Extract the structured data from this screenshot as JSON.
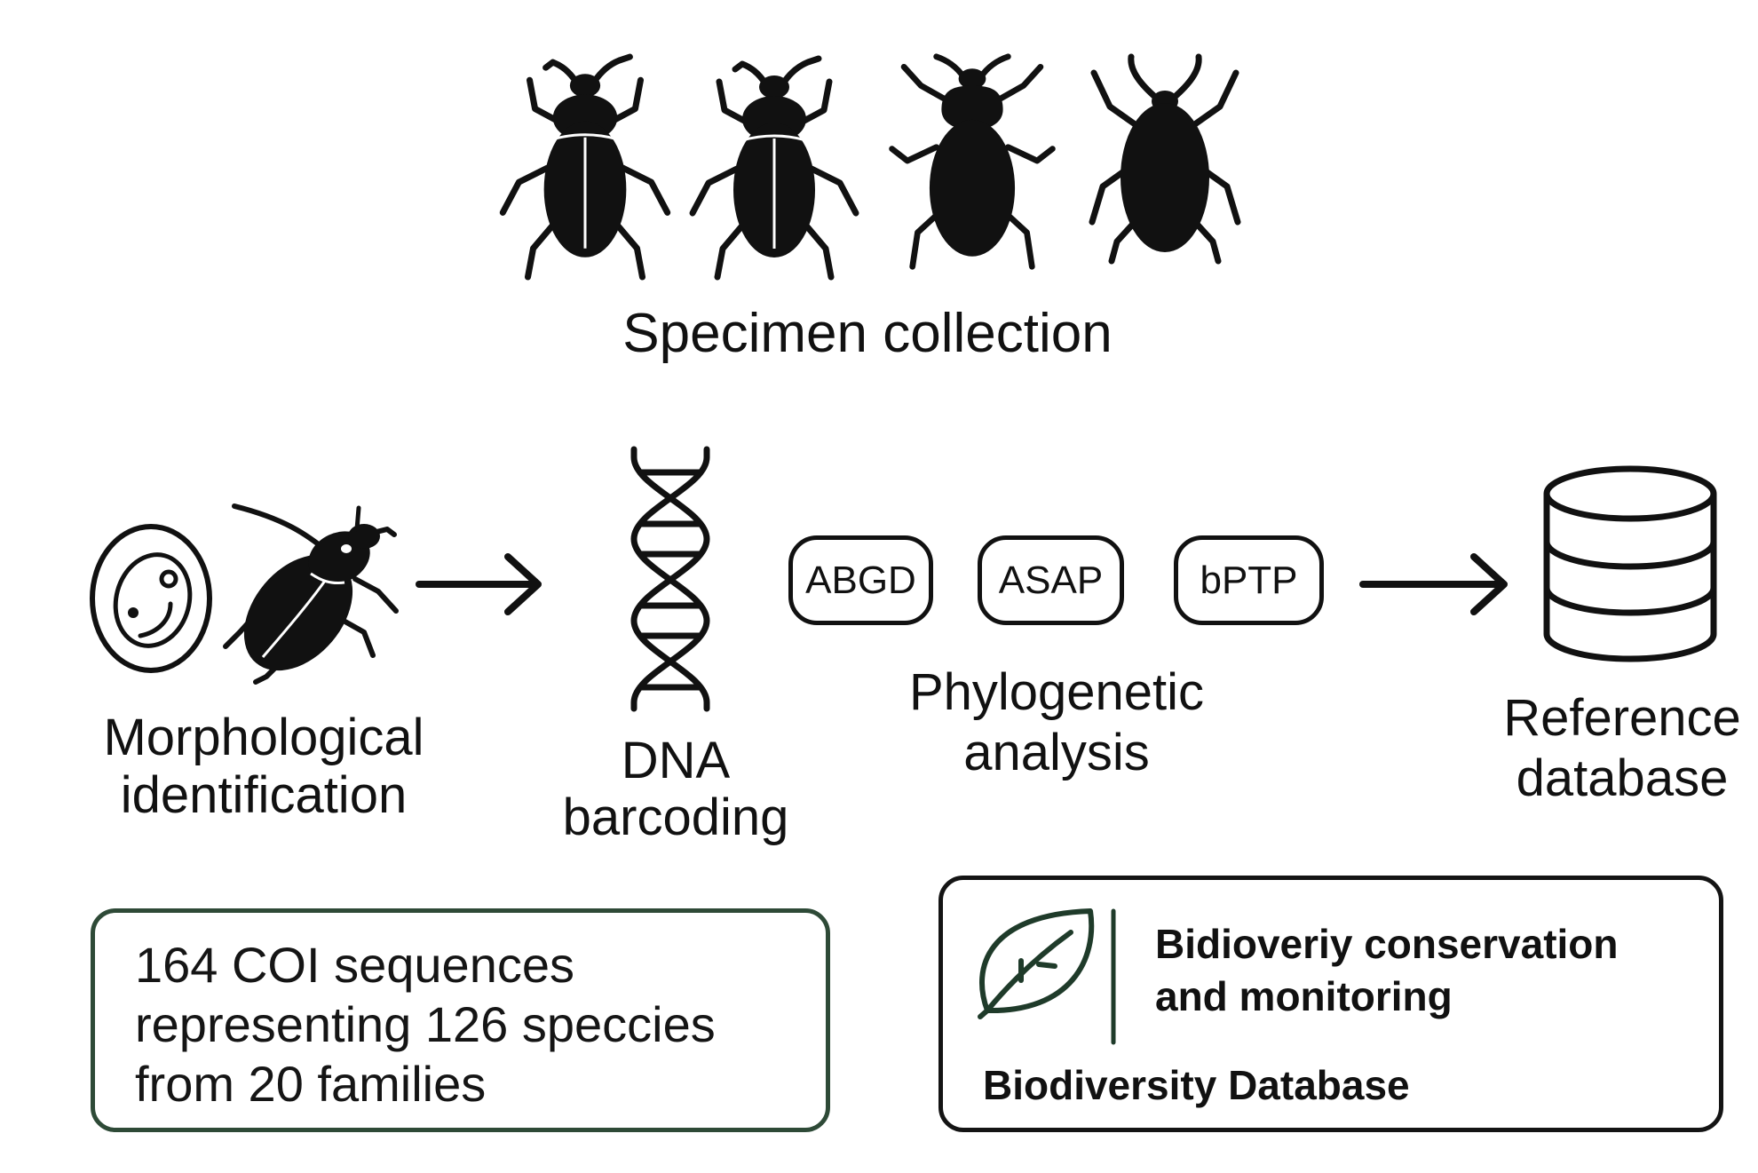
{
  "colors": {
    "ink": "#111111",
    "summary_border": "#2e4a37",
    "leaf": "#1f3b2a",
    "background": "#ffffff"
  },
  "specimen_collection": {
    "icons": [
      "beetle-icon",
      "beetle-icon",
      "beetle-icon",
      "beetle-icon"
    ],
    "label": "Specimen collection"
  },
  "workflow": {
    "morphological": {
      "icons": [
        "specimen-card-icon",
        "beetle-side-icon"
      ],
      "label_line1": "Morphological",
      "label_line2": "identification"
    },
    "arrow_1": "arrow-right-icon",
    "dna": {
      "icon": "dna-helix-icon",
      "label_line1": "DNA",
      "label_line2": "barcoding"
    },
    "phylogenetic": {
      "methods": [
        "ABGD",
        "ASAP",
        "bPTP"
      ],
      "label_line1": "Phylogenetic",
      "label_line2": "analysis"
    },
    "arrow_2": "arrow-right-icon",
    "reference": {
      "icon": "database-icon",
      "label_line1": "Reference",
      "label_line2": "database"
    }
  },
  "summary_box": {
    "lines": [
      "164 COI sequences",
      "representing 126 speccies",
      "from 20 families"
    ]
  },
  "application_box": {
    "icon": "leaf-icon",
    "title_line1": "Bidioveriy conservation",
    "title_line2": "and monitoring",
    "subtitle": "Biodiversity Database"
  }
}
